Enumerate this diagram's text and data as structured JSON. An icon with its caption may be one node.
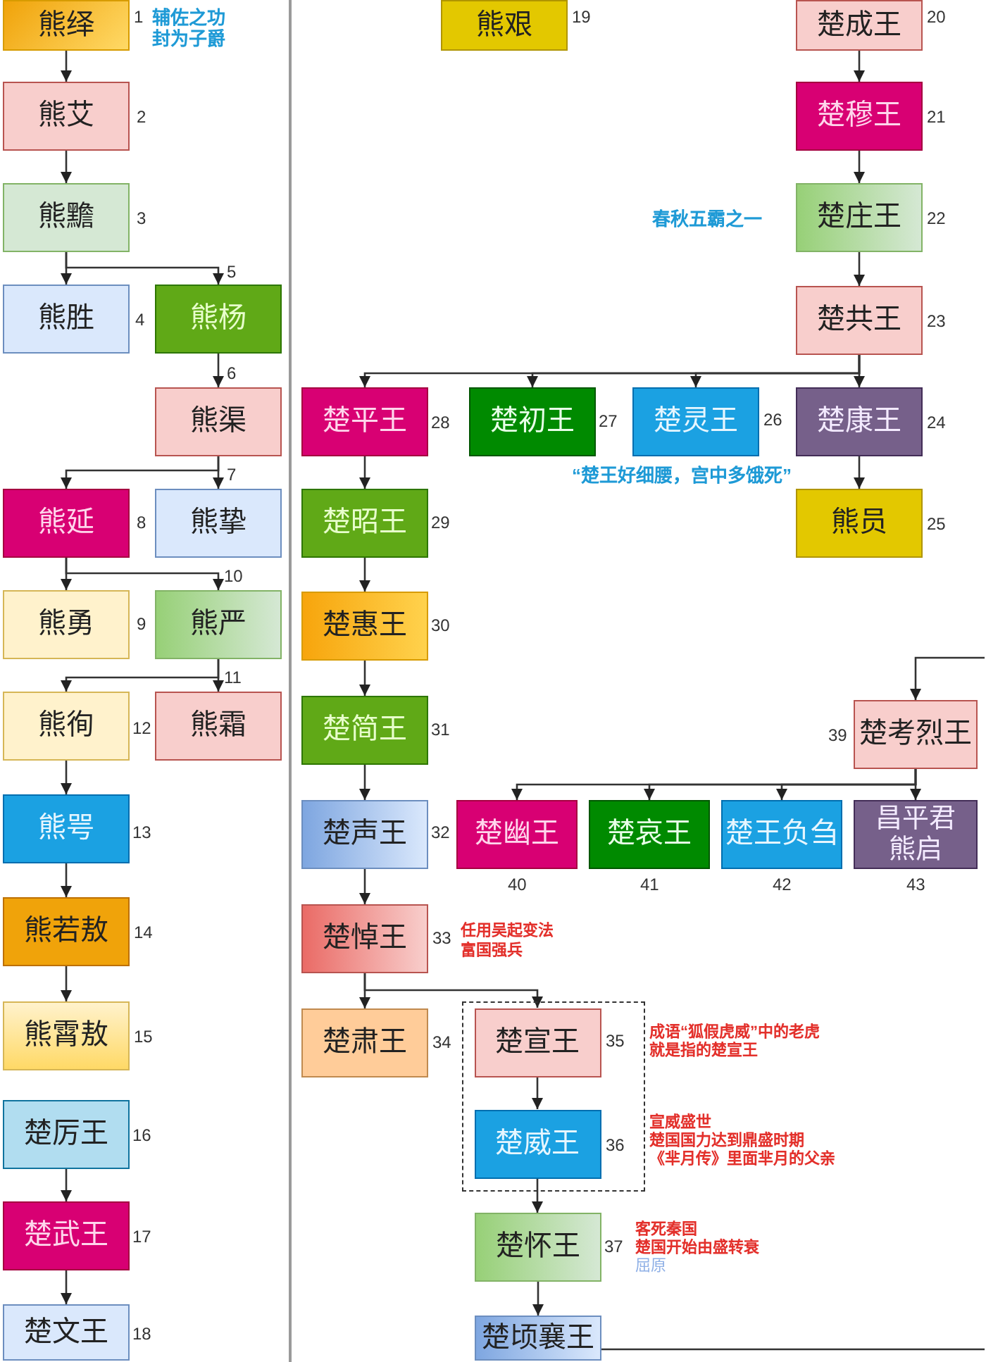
{
  "diagram": {
    "nodes": [
      {
        "text": [
          "熊绎"
        ],
        "beside": [
          "1",
          "辅佐之功",
          "封为子爵"
        ]
      },
      {
        "text": [
          "熊艾"
        ],
        "beside": [
          "2"
        ]
      },
      {
        "text": [
          "熊黵"
        ],
        "beside": [
          "3"
        ]
      },
      {
        "text": [
          "熊胜"
        ],
        "beside": [
          "4"
        ]
      },
      {
        "text": [
          "熊杨"
        ],
        "beside": [
          "5"
        ]
      },
      {
        "text": [
          "熊渠"
        ],
        "beside": [
          "6"
        ]
      },
      {
        "text": [
          "熊挚"
        ],
        "beside": [
          "7"
        ]
      },
      {
        "text": [
          "熊延"
        ],
        "beside": [
          "8"
        ]
      },
      {
        "text": [
          "熊勇"
        ],
        "beside": [
          "9"
        ]
      },
      {
        "text": [
          "熊严"
        ],
        "beside": [
          "10"
        ]
      },
      {
        "text": [
          "熊霜"
        ],
        "beside": [
          "11"
        ]
      },
      {
        "text": [
          "熊徇"
        ],
        "beside": [
          "12"
        ]
      },
      {
        "text": [
          "熊咢"
        ],
        "beside": [
          "13"
        ]
      },
      {
        "text": [
          "熊若敖"
        ],
        "beside": [
          "14"
        ]
      },
      {
        "text": [
          "熊霄敖"
        ],
        "beside": [
          "15"
        ]
      },
      {
        "text": [
          "楚厉王"
        ],
        "beside": [
          "16"
        ]
      },
      {
        "text": [
          "楚武王"
        ],
        "beside": [
          "17"
        ]
      },
      {
        "text": [
          "楚文王"
        ],
        "beside": [
          "18"
        ]
      },
      {
        "text": [
          "熊艰"
        ],
        "beside": [
          "19"
        ]
      },
      {
        "text": [
          "楚成王"
        ],
        "beside": [
          "20"
        ]
      },
      {
        "text": [
          "楚穆王"
        ],
        "beside": [
          "21"
        ]
      },
      {
        "text": [
          "楚庄王"
        ],
        "beside": [
          "春秋五霸之一",
          "22"
        ]
      },
      {
        "text": [
          "楚共王"
        ],
        "beside": [
          "23"
        ]
      },
      {
        "text": [
          "楚康王"
        ],
        "beside": [
          "24"
        ]
      },
      {
        "text": [
          "熊员"
        ],
        "beside": [
          "25"
        ]
      },
      {
        "text": [
          "楚灵王"
        ],
        "beside": [
          "26",
          "“楚王好细腰，宫中多饿死”"
        ]
      },
      {
        "text": [
          "楚初王"
        ],
        "beside": [
          "27"
        ]
      },
      {
        "text": [
          "楚平王"
        ],
        "beside": [
          "28"
        ]
      },
      {
        "text": [
          "楚昭王"
        ],
        "beside": [
          "29"
        ]
      },
      {
        "text": [
          "楚惠王"
        ],
        "beside": [
          "30"
        ]
      },
      {
        "text": [
          "楚简王"
        ],
        "beside": [
          "31"
        ]
      },
      {
        "text": [
          "楚声王"
        ],
        "beside": [
          "32"
        ]
      },
      {
        "text": [
          "楚悼王"
        ],
        "beside": [
          "33",
          "任用吴起变法",
          "富国强兵"
        ]
      },
      {
        "text": [
          "楚肃王"
        ],
        "beside": [
          "34"
        ]
      },
      {
        "text": [],
        "shape": "box"
      },
      {
        "text": [
          "楚宣王"
        ],
        "in": 34,
        "beside": [
          "35",
          "成语“狐假虎威”中的老虎就是指的楚宣王"
        ]
      },
      {
        "text": [
          "楚威王"
        ],
        "in": 34,
        "beside": [
          "36",
          "宣威盛世",
          "楚国国力达到鼎盛时期",
          "《芈月传》里面芈月的父亲"
        ]
      },
      {
        "text": [
          "楚怀王"
        ],
        "beside": [
          "37",
          "客死秦国",
          "楚国开始由盛转衰",
          "屈原"
        ]
      },
      {
        "text": [
          "楚顷襄王"
        ]
      },
      {
        "text": [
          "楚考烈王"
        ],
        "beside": [
          "39"
        ]
      },
      {
        "text": [
          "楚幽王"
        ],
        "beside": [
          "40"
        ]
      },
      {
        "text": [
          "楚哀王"
        ],
        "beside": [
          "41"
        ]
      },
      {
        "text": [
          "楚王负刍"
        ],
        "beside": [
          "42"
        ]
      },
      {
        "text": [
          "昌平君熊启"
        ],
        "beside": [
          "43"
        ]
      }
    ],
    "edges": [
      {
        "from": 0,
        "to": 1,
        "arrow": "to"
      },
      {
        "from": 1,
        "to": 2,
        "arrow": "to"
      },
      {
        "from": 2,
        "to": 3,
        "arrow": "to"
      },
      {
        "from": 2,
        "to": 4,
        "arrow": "to"
      },
      {
        "from": 4,
        "to": 5,
        "arrow": "to"
      },
      {
        "from": 5,
        "to": 7,
        "arrow": "to"
      },
      {
        "from": 5,
        "to": 6,
        "arrow": "to"
      },
      {
        "from": 7,
        "to": 8,
        "arrow": "to"
      },
      {
        "from": 7,
        "to": 9,
        "arrow": "to"
      },
      {
        "from": 9,
        "to": 11,
        "arrow": "to"
      },
      {
        "from": 9,
        "to": 10,
        "arrow": "to"
      },
      {
        "from": 11,
        "to": 12,
        "arrow": "to"
      },
      {
        "from": 12,
        "to": 13,
        "arrow": "to"
      },
      {
        "from": 13,
        "to": 14,
        "arrow": "to"
      },
      {
        "from": 15,
        "to": 16,
        "arrow": "to"
      },
      {
        "from": 16,
        "to": 17,
        "arrow": "to"
      },
      {
        "from": 19,
        "to": 20,
        "arrow": "to"
      },
      {
        "from": 20,
        "to": 21,
        "arrow": "to"
      },
      {
        "from": 21,
        "to": 22,
        "arrow": "to"
      },
      {
        "from": 22,
        "to": 23,
        "arrow": "to"
      },
      {
        "from": 22,
        "to": 25,
        "arrow": "to"
      },
      {
        "from": 22,
        "to": 26,
        "arrow": "to"
      },
      {
        "from": 22,
        "to": 27,
        "arrow": "to"
      },
      {
        "from": 23,
        "to": 24,
        "arrow": "to"
      },
      {
        "from": 27,
        "to": 28,
        "arrow": "to"
      },
      {
        "from": 28,
        "to": 29,
        "arrow": "to"
      },
      {
        "from": 29,
        "to": 30,
        "arrow": "to"
      },
      {
        "from": 30,
        "to": 31,
        "arrow": "to"
      },
      {
        "from": 31,
        "to": 32,
        "arrow": "to"
      },
      {
        "from": 32,
        "to": 33,
        "arrow": "to"
      },
      {
        "from": 32,
        "to": 35,
        "arrow": "to"
      },
      {
        "from": 35,
        "to": 36,
        "arrow": "to"
      },
      {
        "from": 36,
        "to": 37,
        "arrow": "to"
      },
      {
        "from": 37,
        "to": 38,
        "arrow": "to"
      },
      {
        "from": 38,
        "to": null,
        "arrow": "none"
      },
      {
        "from": null,
        "to": 39,
        "arrow": "to"
      },
      {
        "from": 39,
        "to": 40,
        "arrow": "to"
      },
      {
        "from": 39,
        "to": 41,
        "arrow": "to"
      },
      {
        "from": 39,
        "to": 42,
        "arrow": "to"
      },
      {
        "from": 39,
        "to": 43,
        "arrow": "to"
      }
    ]
  }
}
